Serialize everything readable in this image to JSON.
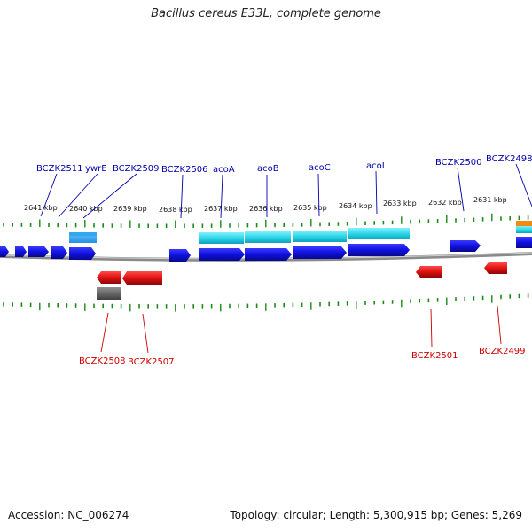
{
  "title": "Bacillus cereus E33L, complete genome",
  "footer": {
    "accession": "Accession: NC_006274",
    "summary": "Topology: circular; Length: 5,300,915 bp; Genes: 5,269"
  },
  "colors": {
    "forward_gene": "#1010e0",
    "reverse_gene": "#e01010",
    "rna_feature": "#20d0e0",
    "pseudo_feature": "#606060",
    "tick": "#1a8a1a",
    "backbone": "#8a8a8a",
    "forward_label": "#0000aa",
    "reverse_label": "#cc0000"
  },
  "kbp_ticks": [
    "2641 kbp",
    "2640 kbp",
    "2639 kbp",
    "2638 kbp",
    "2637 kbp",
    "2636 kbp",
    "2635 kbp",
    "2634 kbp",
    "2633 kbp",
    "2632 kbp",
    "2631 kbp"
  ],
  "forward_labels": [
    "BCZK2511",
    "ywrE",
    "BCZK2509",
    "BCZK2506",
    "acoA",
    "acoB",
    "acoC",
    "acoL",
    "BCZK2500",
    "BCZK2498"
  ],
  "reverse_labels": [
    "BCZK2508",
    "BCZK2507",
    "BCZK2501",
    "BCZK2499"
  ]
}
